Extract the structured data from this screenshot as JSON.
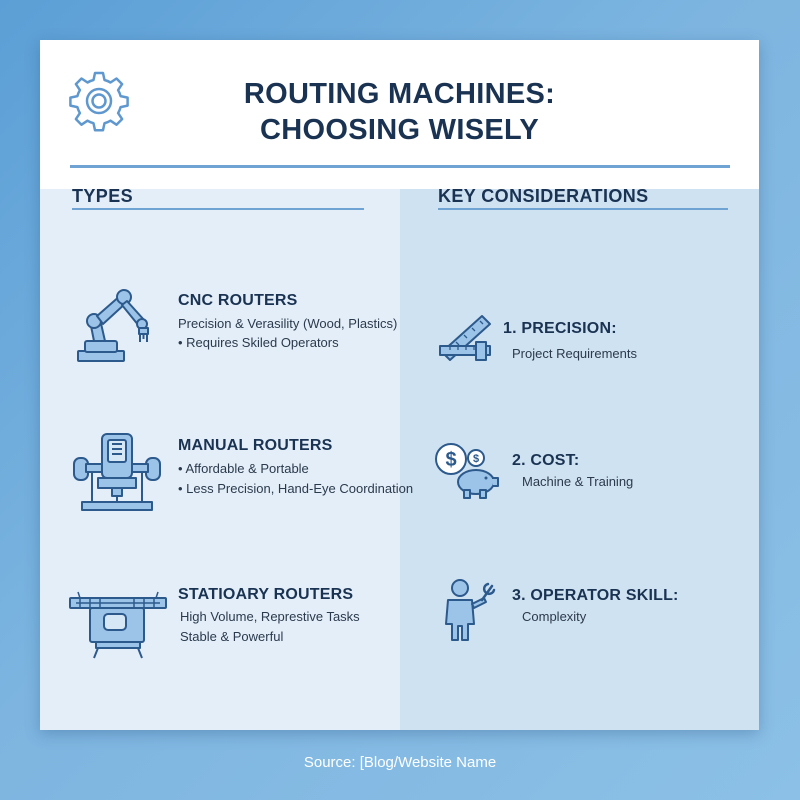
{
  "header": {
    "title_line1": "ROUTING MACHINES:",
    "title_line2": "CHOOSING WISELY",
    "icon": "gear-icon"
  },
  "types": {
    "heading": "TYPES",
    "items": [
      {
        "icon": "robot-arm-icon",
        "title": "CNC ROUTERS",
        "lines": [
          "Precision & Verasility (Wood, Plastics)",
          "•  Requires Skiled Operators"
        ]
      },
      {
        "icon": "hand-router-icon",
        "title": "MANUAL ROUTERS",
        "lines": [
          "•  Affordable & Portable",
          "•  Less Precision, Hand-Eye Coordination"
        ]
      },
      {
        "icon": "router-table-icon",
        "title": "STATIOARY ROUTERS",
        "lines": [
          "High Volume, Represtive Tasks",
          "Stable & Powerful"
        ]
      }
    ]
  },
  "considerations": {
    "heading": "KEY CONSIDERATIONS",
    "items": [
      {
        "icon": "ruler-caliper-icon",
        "title": "1. PRECISION:",
        "line": "Project Requirements"
      },
      {
        "icon": "piggy-bank-icon",
        "title": "2. COST:",
        "line": "Machine & Training"
      },
      {
        "icon": "worker-wrench-icon",
        "title": "3. OPERATOR SKILL:",
        "line": "Complexity"
      }
    ]
  },
  "footer": {
    "source": "Source: [Blog/Website Name"
  },
  "colors": {
    "background": "#6aa8dc",
    "card": "#e3eef8",
    "right_panel": "#cfe2f2",
    "heading_text": "#1a3352",
    "accent_line": "#6ea3d3",
    "icon_fill": "#9cc3e8",
    "icon_stroke": "#2d5a8c"
  }
}
